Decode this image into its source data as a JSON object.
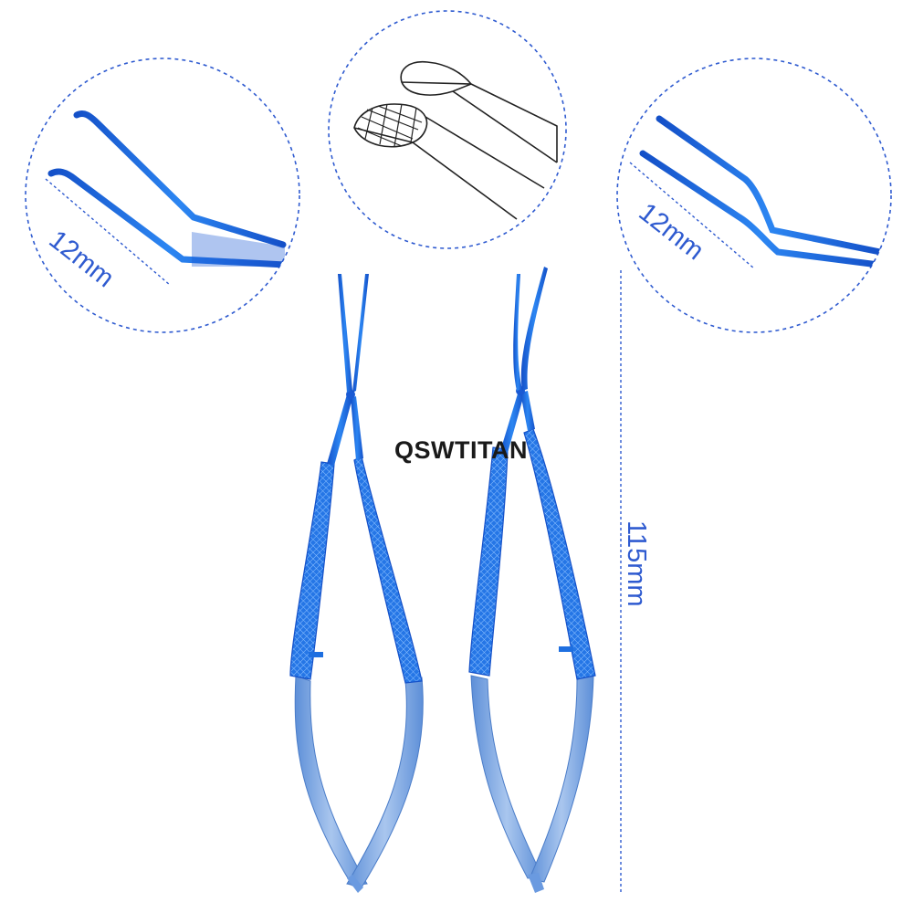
{
  "brand": {
    "text": "QSWTITAN"
  },
  "dimensions": {
    "tip_length_left": "12mm",
    "tip_length_right": "12mm",
    "overall_length": "115mm"
  },
  "colors": {
    "instrument_blue": "#1e6fe0",
    "dashed_line": "#2f5bd0",
    "label_blue": "#2f5bd0",
    "brand_text": "#1a1a1a",
    "brand_accent": "#f07a1a"
  },
  "icons": {
    "detail_left": "curved-tip-detail",
    "detail_center": "serrated-jaw-drawing",
    "detail_right": "curved-tip-detail"
  }
}
